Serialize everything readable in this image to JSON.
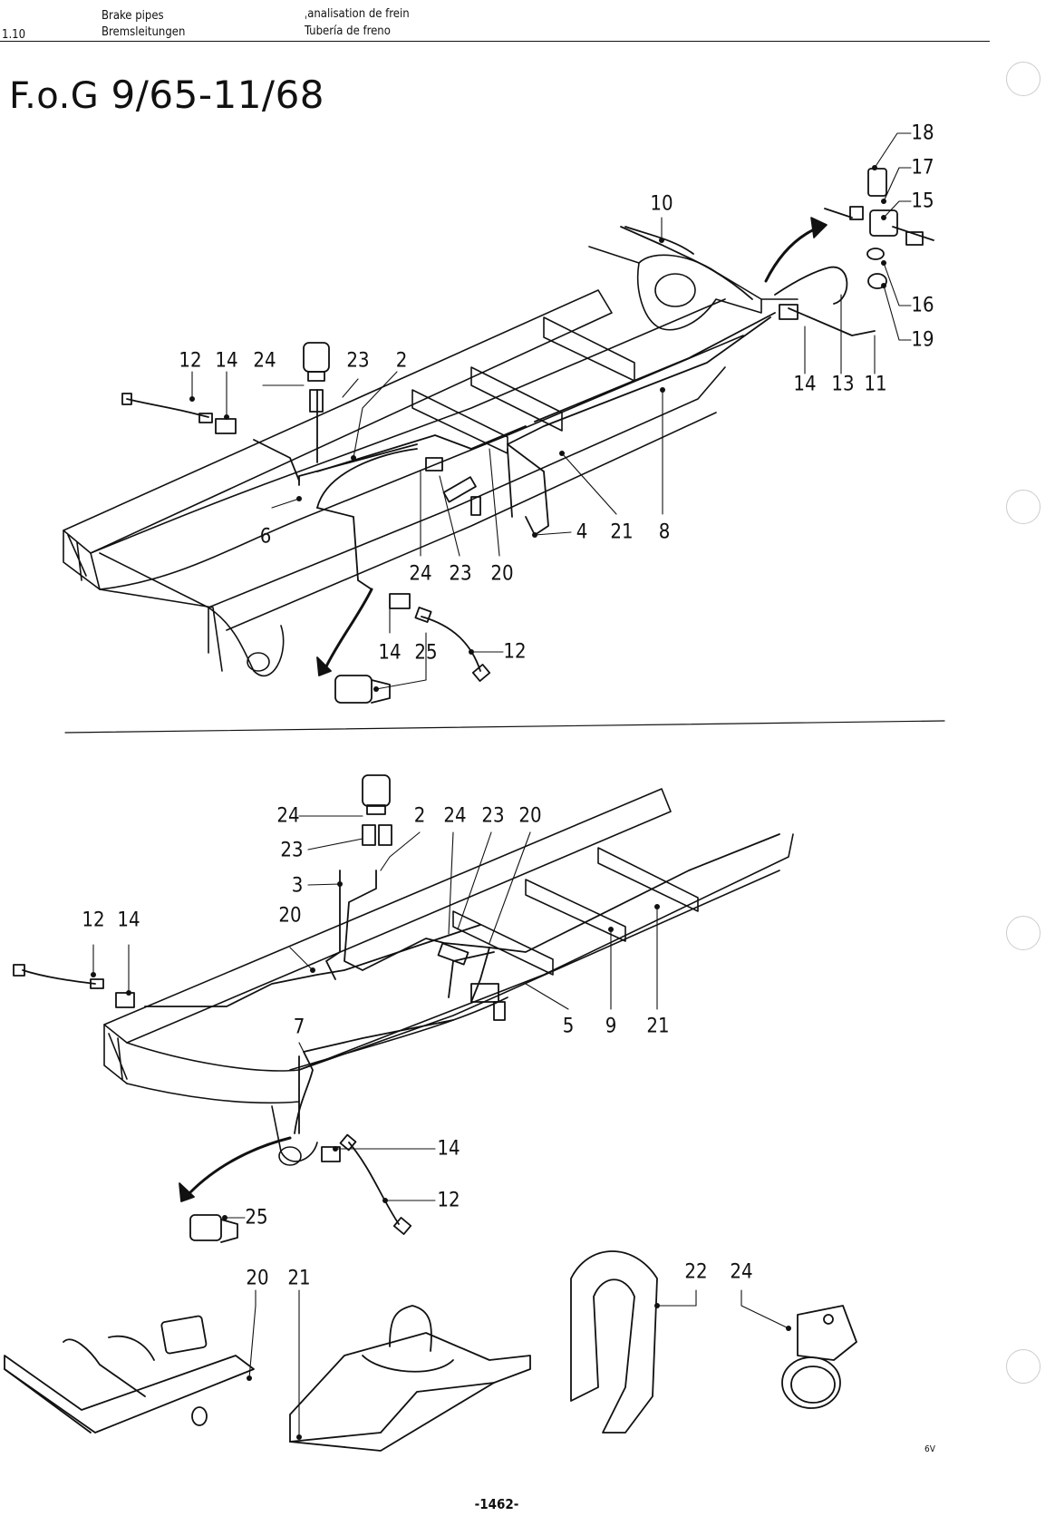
{
  "header": {
    "section": "1.10",
    "en": "Brake pipes",
    "de": "Bremsleitungen",
    "fr": "ˌanalisation de frein",
    "es": "Tubería de freno"
  },
  "title": {
    "prefix": "F.o.G",
    "range": "9/65-11/68"
  },
  "diagram1": {
    "labels": [
      "18",
      "17",
      "15",
      "16",
      "19",
      "10",
      "12",
      "14",
      "24",
      "23",
      "2",
      "14",
      "13",
      "11",
      "6",
      "4",
      "21",
      "8",
      "24",
      "23",
      "20",
      "14",
      "25",
      "12"
    ]
  },
  "diagram2": {
    "labels": [
      "24",
      "2",
      "24",
      "23",
      "20",
      "23",
      "3",
      "12",
      "14",
      "20",
      "5",
      "9",
      "21",
      "7",
      "14",
      "12",
      "25"
    ]
  },
  "details": {
    "labels": [
      "20",
      "21",
      "22",
      "24"
    ]
  },
  "footer": {
    "page": "-1462-",
    "mark": "6V"
  }
}
